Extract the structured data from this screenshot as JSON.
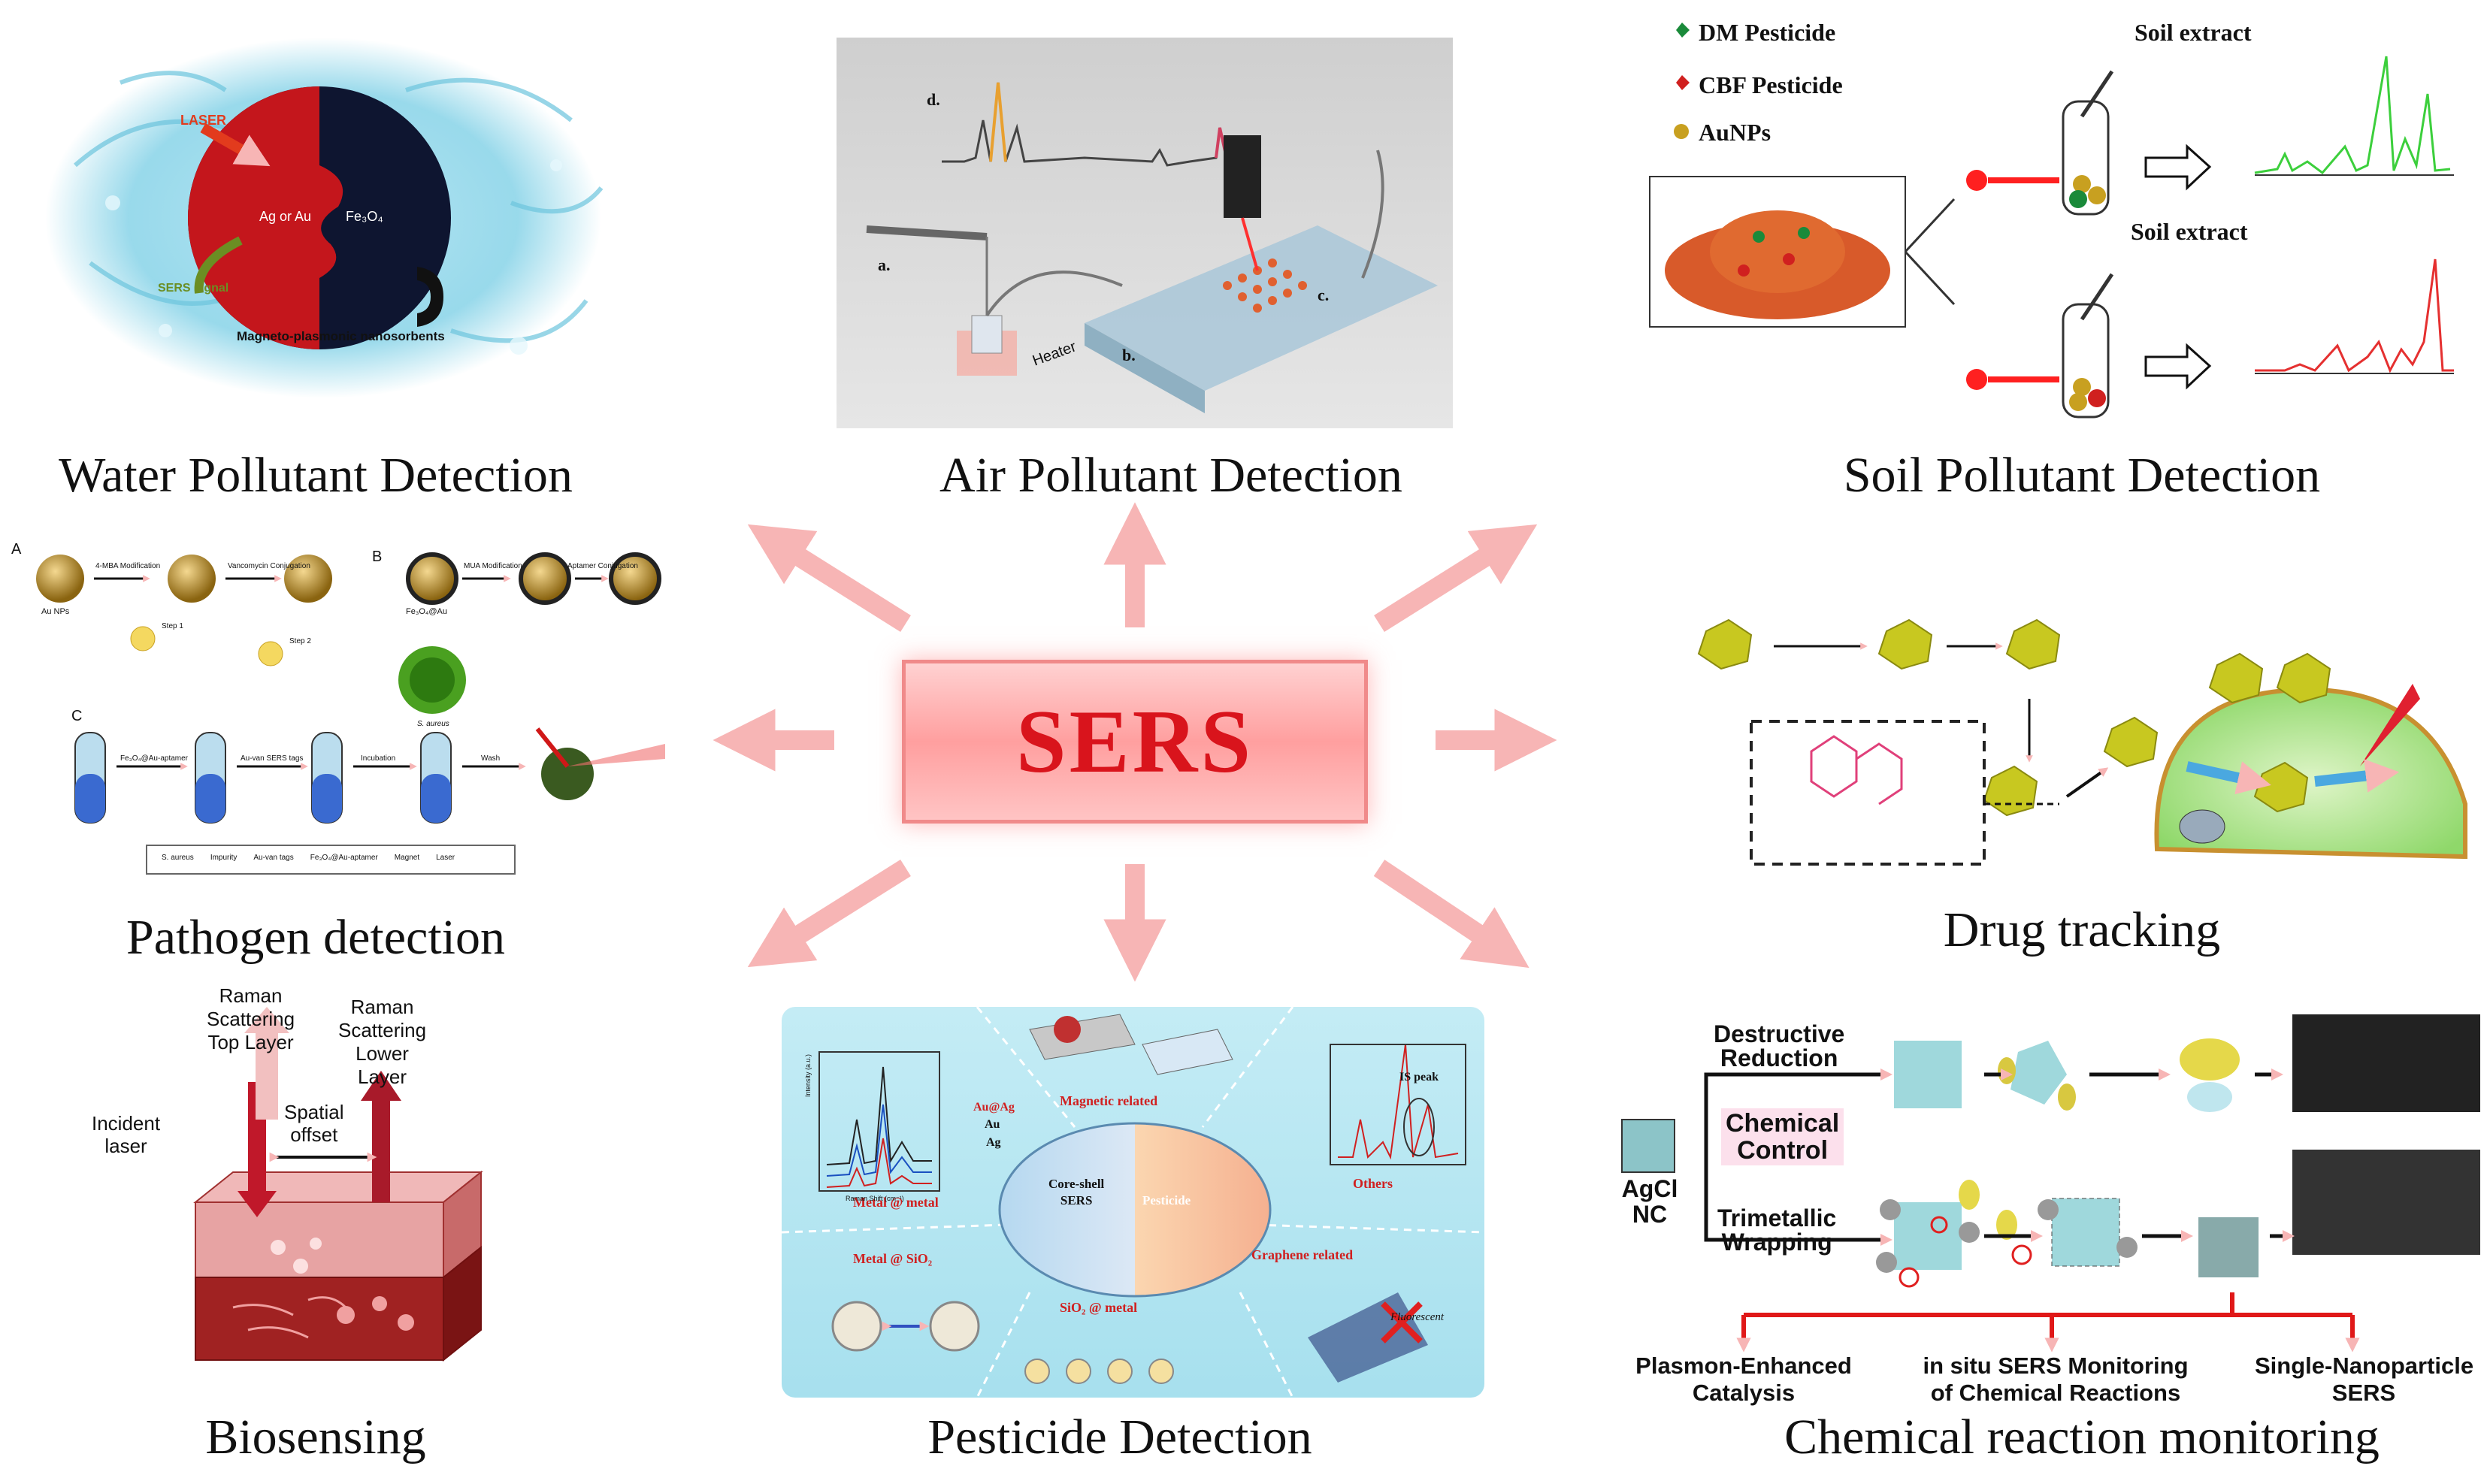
{
  "center": {
    "label": "SERS"
  },
  "colors": {
    "arrow": "#f7b5b5",
    "accent_red": "#d9141c",
    "box_fill": "#ff9f9f"
  },
  "panels": {
    "water": {
      "caption": "Water Pollutant Detection",
      "laser": "LASER",
      "sers_signal": "SERS signal",
      "left_half": "Ag or Au",
      "right_half": "Fe₃O₄",
      "subtitle": "Magneto-plasmonic nanosorbents"
    },
    "air": {
      "caption": "Air Pollutant Detection",
      "label_a": "a.",
      "label_b": "b.",
      "label_c": "c.",
      "label_d": "d.",
      "heater": "Heater"
    },
    "soil": {
      "caption": "Soil Pollutant Detection",
      "legend": [
        "DM Pesticide",
        "CBF Pesticide",
        "AuNPs"
      ],
      "extract_top": "Soil extract",
      "extract_bottom": "Soil extract"
    },
    "pathogen": {
      "caption": "Pathogen detection",
      "label_a": "A",
      "label_b": "B",
      "label_c": "C",
      "row_a": [
        "Au NPs",
        "4-MBA Modification",
        "Vancomycin Conjugation"
      ],
      "row_b": [
        "Fe₃O₄@Au",
        "MUA Modification",
        "Aptamer Conjugation"
      ],
      "step1": "Step 1",
      "step2": "Step 2",
      "bacteria": "S. aureus",
      "row_c": [
        "Fe₃O₄@Au-aptamer",
        "Au-van SERS tags",
        "Incubation",
        "Wash"
      ],
      "legend": [
        "S. aureus",
        "Impurity",
        "Au-van tags",
        "Fe₃O₄@Au-aptamer",
        "Magnet",
        "Laser"
      ]
    },
    "drug": {
      "caption": "Drug tracking"
    },
    "bio": {
      "caption": "Biosensing",
      "raman_top": [
        "Raman",
        "Scattering",
        "Top Layer"
      ],
      "raman_lower": [
        "Raman",
        "Scattering",
        "Lower",
        "Layer"
      ],
      "spatial": [
        "Spatial",
        "offset"
      ],
      "incident": [
        "Incident",
        "laser"
      ]
    },
    "pesticide": {
      "caption": "Pesticide  Detection",
      "magnetic": "Magnetic related",
      "metal_metal": "Metal @ metal",
      "others": "Others",
      "is_peak": "IS peak",
      "metal_sio2": "Metal @ SiO₂",
      "sio2_metal": "SiO₂ @ metal",
      "graphene": "Graphene related",
      "core_shell": [
        "Core-shell",
        "SERS"
      ],
      "pesticide": "Pesticide",
      "legend": [
        "Au@Ag",
        "Au",
        "Ag"
      ],
      "fluorescent": "Fluorescent",
      "raman_shift": "Raman Shift (cm⁻¹)",
      "intensity": "Intensity (a.u.)"
    },
    "chem": {
      "caption": "Chemical reaction monitoring",
      "destructive": [
        "Destructive",
        "Reduction"
      ],
      "chemical_control": [
        "Chemical",
        "Control"
      ],
      "trimetallic": [
        "Trimetallic",
        "Wrapping"
      ],
      "agcl": [
        "AgCl",
        "NC"
      ],
      "outputs": [
        [
          "Plasmon-Enhanced",
          "Catalysis"
        ],
        [
          "in situ SERS Monitoring",
          "of Chemical Reactions"
        ],
        [
          "Single-Nanoparticle",
          "SERS"
        ]
      ]
    }
  }
}
